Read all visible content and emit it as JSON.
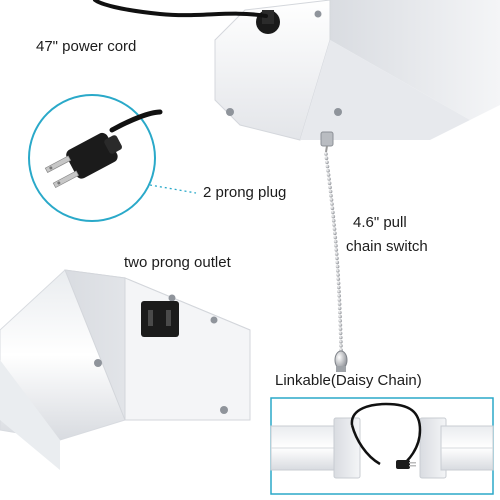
{
  "labels": {
    "power_cord": "47\"  power cord",
    "plug": "2 prong plug",
    "pull_chain_line1": "4.6\" pull",
    "pull_chain_line2": "chain switch",
    "outlet": "two prong outlet",
    "daisy_chain": "Linkable(Daisy Chain)"
  },
  "colors": {
    "callout_accent": "#2aa9c9",
    "fixture_body": "#f2f3f5",
    "fixture_shadow": "#c9ccd2",
    "cord": "#111111"
  }
}
